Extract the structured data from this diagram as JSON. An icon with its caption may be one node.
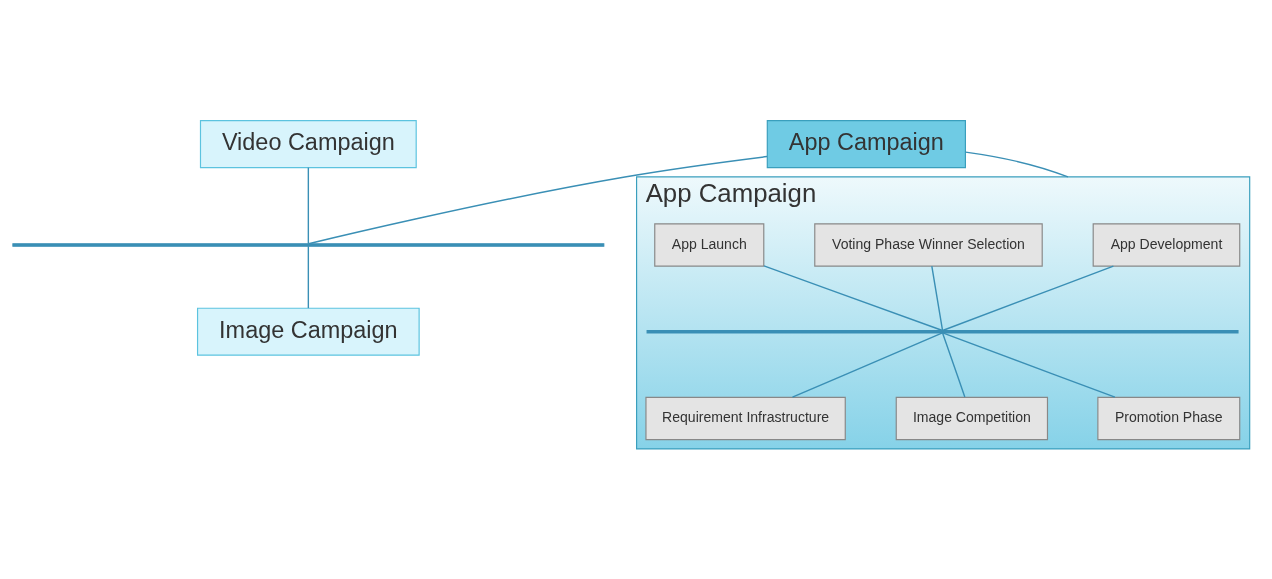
{
  "diagram": {
    "nodes": [
      {
        "text": [
          "Video Campaign"
        ]
      },
      {
        "text": [
          "App Campaign"
        ]
      },
      {
        "text": [],
        "shape": "bar"
      },
      {
        "text": [
          "Image Campaign"
        ]
      },
      {
        "text": [
          "App Campaign"
        ]
      },
      {
        "text": [
          "App Development"
        ],
        "in": 4
      },
      {
        "text": [
          "Voting Phase Winner Selection"
        ],
        "in": 4
      },
      {
        "text": [
          "App Launch"
        ],
        "in": 4
      },
      {
        "text": [],
        "shape": "bar",
        "in": 4
      },
      {
        "text": [
          "Requirement Infrastructure"
        ],
        "in": 4
      },
      {
        "text": [
          "Image Competition"
        ],
        "in": 4
      },
      {
        "text": [
          "Promotion Phase"
        ],
        "in": 4
      }
    ],
    "edges": [
      {
        "from": 0,
        "to": 2,
        "arrow": "none"
      },
      {
        "from": 1,
        "to": 2,
        "arrow": "none"
      },
      {
        "from": 2,
        "to": 3,
        "arrow": "none"
      },
      {
        "from": 1,
        "to": 4,
        "arrow": "none"
      },
      {
        "from": 5,
        "to": 8,
        "arrow": "none"
      },
      {
        "from": 6,
        "to": 8,
        "arrow": "none"
      },
      {
        "from": 7,
        "to": 8,
        "arrow": "none"
      },
      {
        "from": 8,
        "to": 9,
        "arrow": "none"
      },
      {
        "from": 8,
        "to": 10,
        "arrow": "none"
      },
      {
        "from": 8,
        "to": 11,
        "arrow": "none"
      }
    ]
  }
}
